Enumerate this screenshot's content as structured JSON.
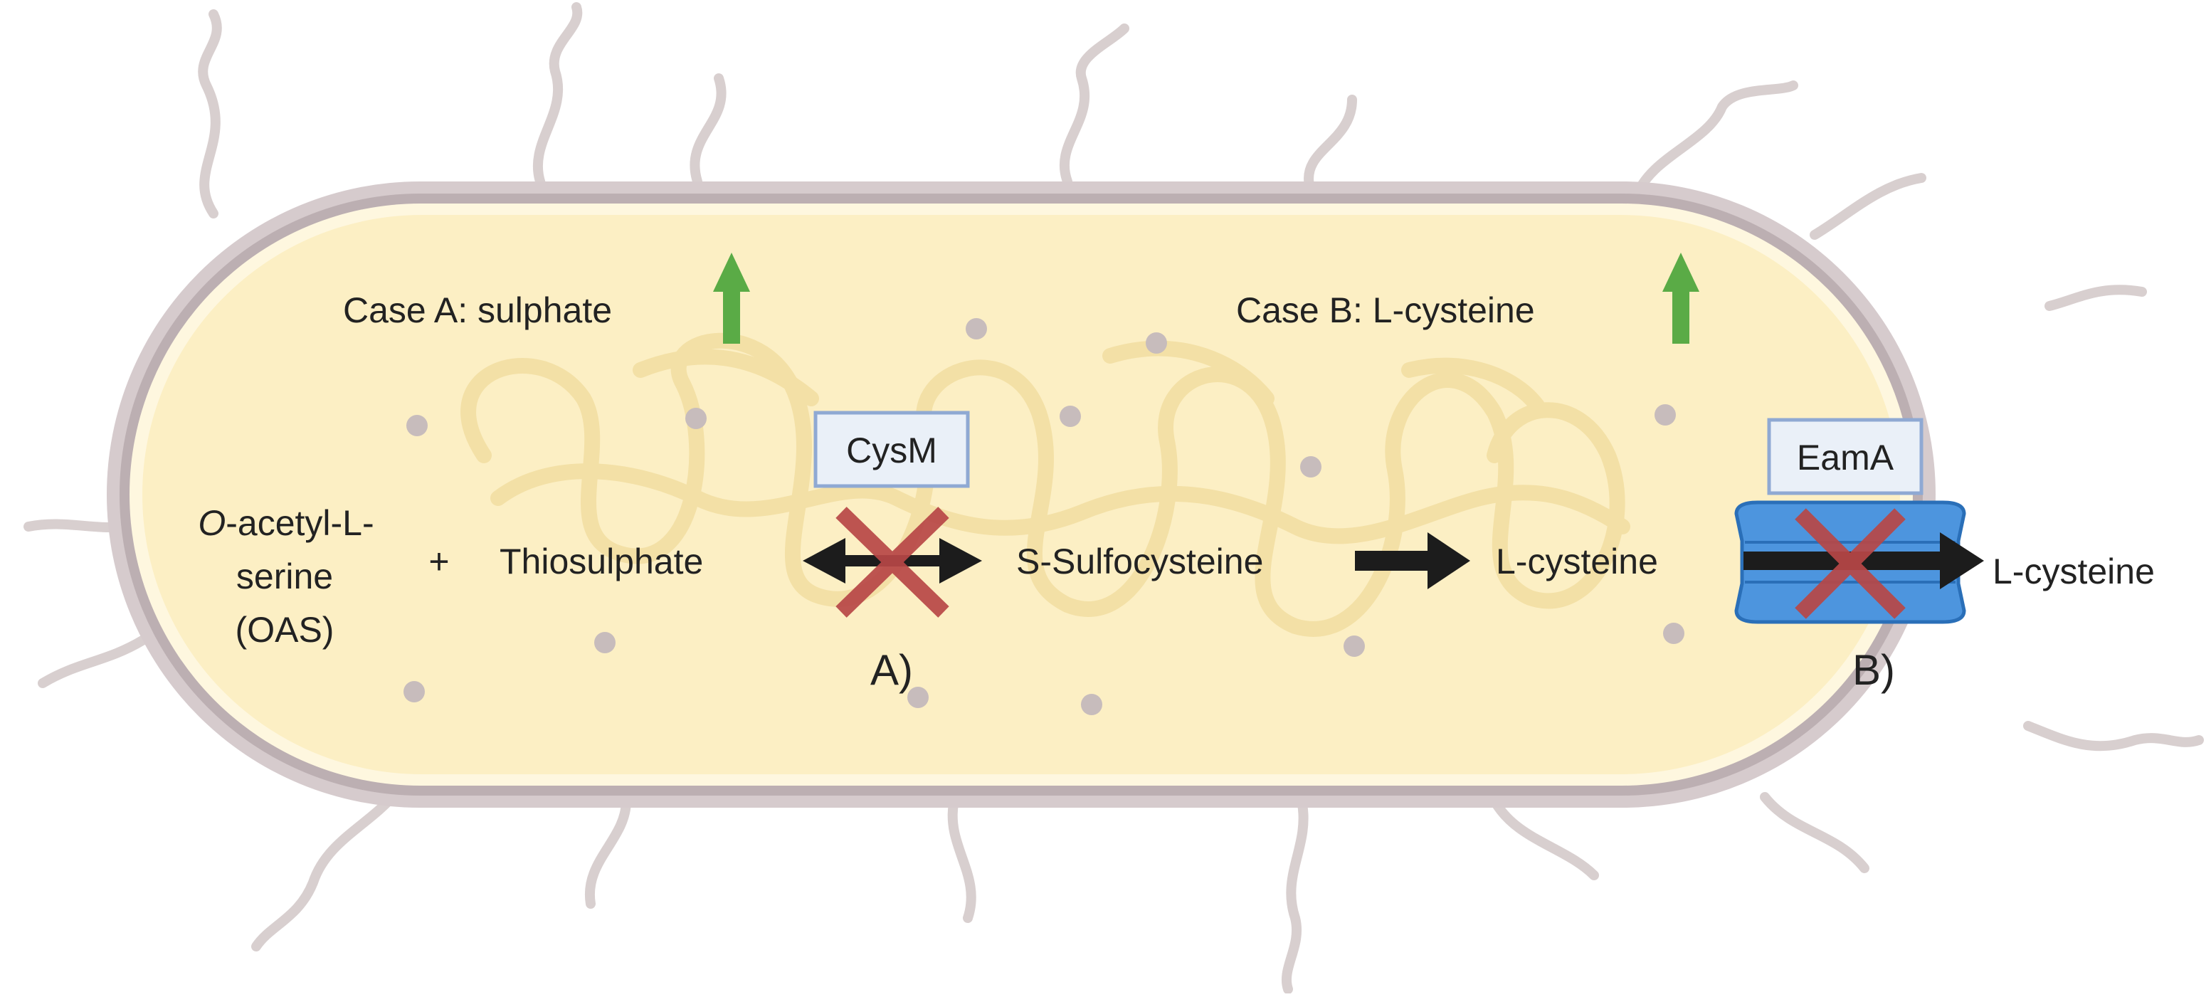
{
  "labels": {
    "case_a": "Case A: sulphate",
    "case_b": "Case B: L-cysteine",
    "oas_line1_italic": "O",
    "oas_line1_rest": "-acetyl-L-",
    "oas_line2": "serine",
    "oas_line3": "(OAS)",
    "plus": "+",
    "thiosulphate": "Thiosulphate",
    "s_sulfocysteine": "S-Sulfocysteine",
    "l_cysteine_inside": "L-cysteine",
    "l_cysteine_outside": "L-cysteine",
    "enzyme_a": "CysM",
    "enzyme_b": "EamA",
    "marker_a": "A)",
    "marker_b": "B)"
  },
  "colors": {
    "cytoplasm": "#fcefc4",
    "cytoplasm_edge": "#fef7df",
    "membrane": "#c9bcbf",
    "membrane_inner": "#b5a8ab",
    "flagella": "#d8cfcf",
    "nucleoid": "#f3e0a6",
    "granule": "#c7bcbc",
    "up_arrow": "#5aab46",
    "reaction_arrow": "#1c1c1c",
    "block_cross": "#b84747",
    "enzyme_box_fill": "#eaf0f8",
    "enzyme_box_stroke": "#8fa9d3",
    "transporter": "#4d95de",
    "transporter_dark": "#2a6fb8"
  },
  "icons": {
    "up_arrow": "up-arrow-icon",
    "block": "x-cross-icon",
    "transporter": "membrane-transporter-icon"
  }
}
